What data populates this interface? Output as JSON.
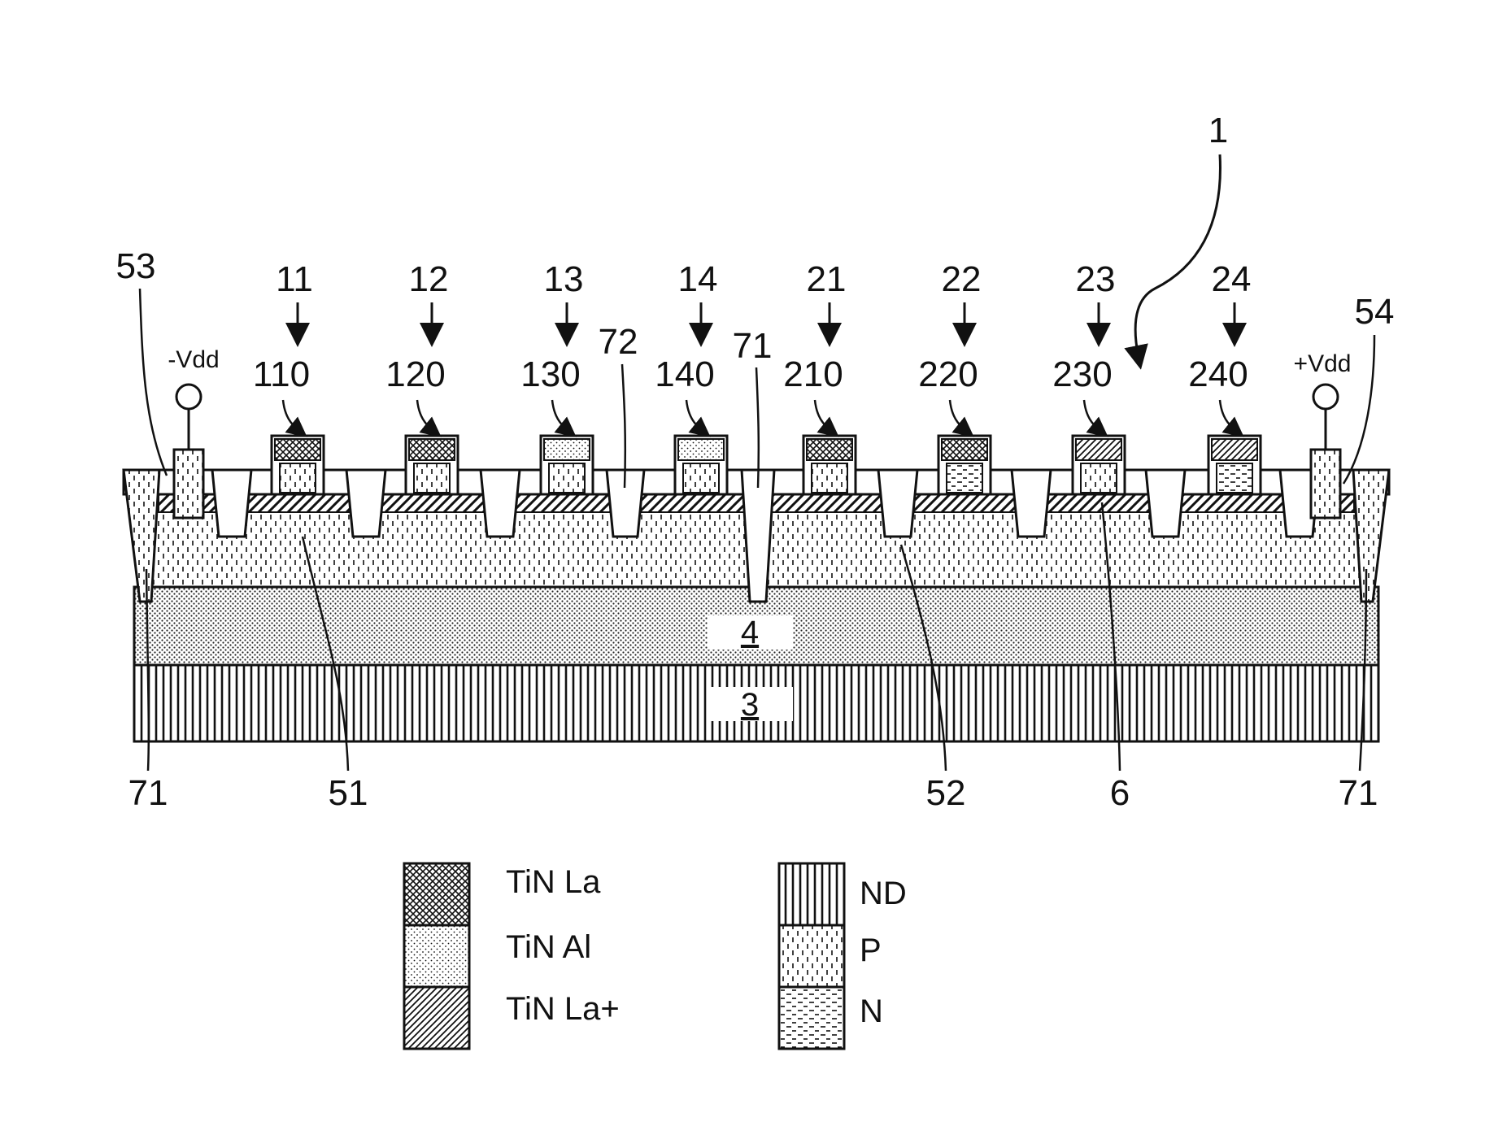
{
  "device_label": "1",
  "ref_labels": {
    "ref_53": "53",
    "ref_54": "54",
    "ref_71_center": "71",
    "ref_72": "72",
    "ref_71_left": "71",
    "ref_71_right": "71",
    "ref_51": "51",
    "ref_52": "52",
    "ref_6": "6"
  },
  "supply": {
    "neg": "-Vdd",
    "pos": "+Vdd"
  },
  "layers": {
    "layer_4": "4",
    "layer_3": "3"
  },
  "transistors": [
    {
      "id": "11",
      "gate": "110",
      "fill": "tin-la",
      "channel": "p-lines"
    },
    {
      "id": "12",
      "gate": "120",
      "fill": "tin-la",
      "channel": "p-lines"
    },
    {
      "id": "13",
      "gate": "130",
      "fill": "tin-al",
      "channel": "p-lines"
    },
    {
      "id": "14",
      "gate": "140",
      "fill": "tin-al",
      "channel": "p-lines"
    },
    {
      "id": "21",
      "gate": "210",
      "fill": "tin-la",
      "channel": "p-lines"
    },
    {
      "id": "22",
      "gate": "220",
      "fill": "tin-la",
      "channel": "n-dash"
    },
    {
      "id": "23",
      "gate": "230",
      "fill": "tin-la-plus",
      "channel": "p-lines"
    },
    {
      "id": "24",
      "gate": "240",
      "fill": "tin-la-plus",
      "channel": "n-dash"
    }
  ],
  "legend": {
    "materials": [
      "TiN La",
      "TiN Al",
      "TiN La+"
    ],
    "dopings": [
      "ND",
      "P",
      "N"
    ]
  },
  "colors": {
    "ink": "#111111",
    "paper": "#ffffff"
  }
}
